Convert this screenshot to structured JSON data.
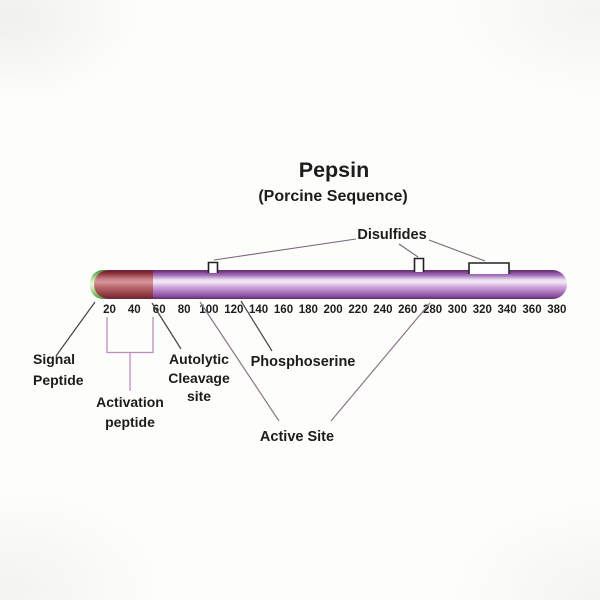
{
  "title": {
    "text": "Pepsin",
    "subtitle": "(Porcine Sequence)"
  },
  "labels": {
    "disulfides": "Disulfides",
    "signal_line1": "Signal",
    "signal_line2": "Peptide",
    "activation_line1": "Activation",
    "activation_line2": "peptide",
    "autolytic_line1": "Autolytic",
    "autolytic_line2": "Cleavage",
    "autolytic_line3": "site",
    "phosphoserine": "Phosphoserine",
    "active_site": "Active Site"
  },
  "ruler": {
    "ticks": [
      20,
      40,
      60,
      80,
      100,
      120,
      140,
      160,
      180,
      200,
      220,
      240,
      260,
      280,
      300,
      320,
      340,
      360,
      380
    ]
  },
  "features": {
    "segments": [
      {
        "name": "signal-peptide",
        "color_key": "green"
      },
      {
        "name": "activation-peptide",
        "color_key": "red"
      },
      {
        "name": "mature-chain",
        "color_key": "purple"
      }
    ],
    "disulfide_marks": 3
  },
  "colors": {
    "text_color": "#1c1c1c",
    "tick_color": "#1e1e1e",
    "leader_dark": "#474146",
    "leader_mauve": "#8a768a",
    "leader_gray": "#77687a",
    "bracket_stroke": "#222222",
    "activation_line": "#bb8fbb",
    "bar_dark_edge": "#5f2b6e",
    "bar_mid": "#a570ba",
    "bar_highlight": "#f3ebf5",
    "red_dark": "#6e1a20",
    "red_highlight": "#d4959a",
    "green_dark": "#4e9a35",
    "green_highlight": "#e8f6dc"
  }
}
